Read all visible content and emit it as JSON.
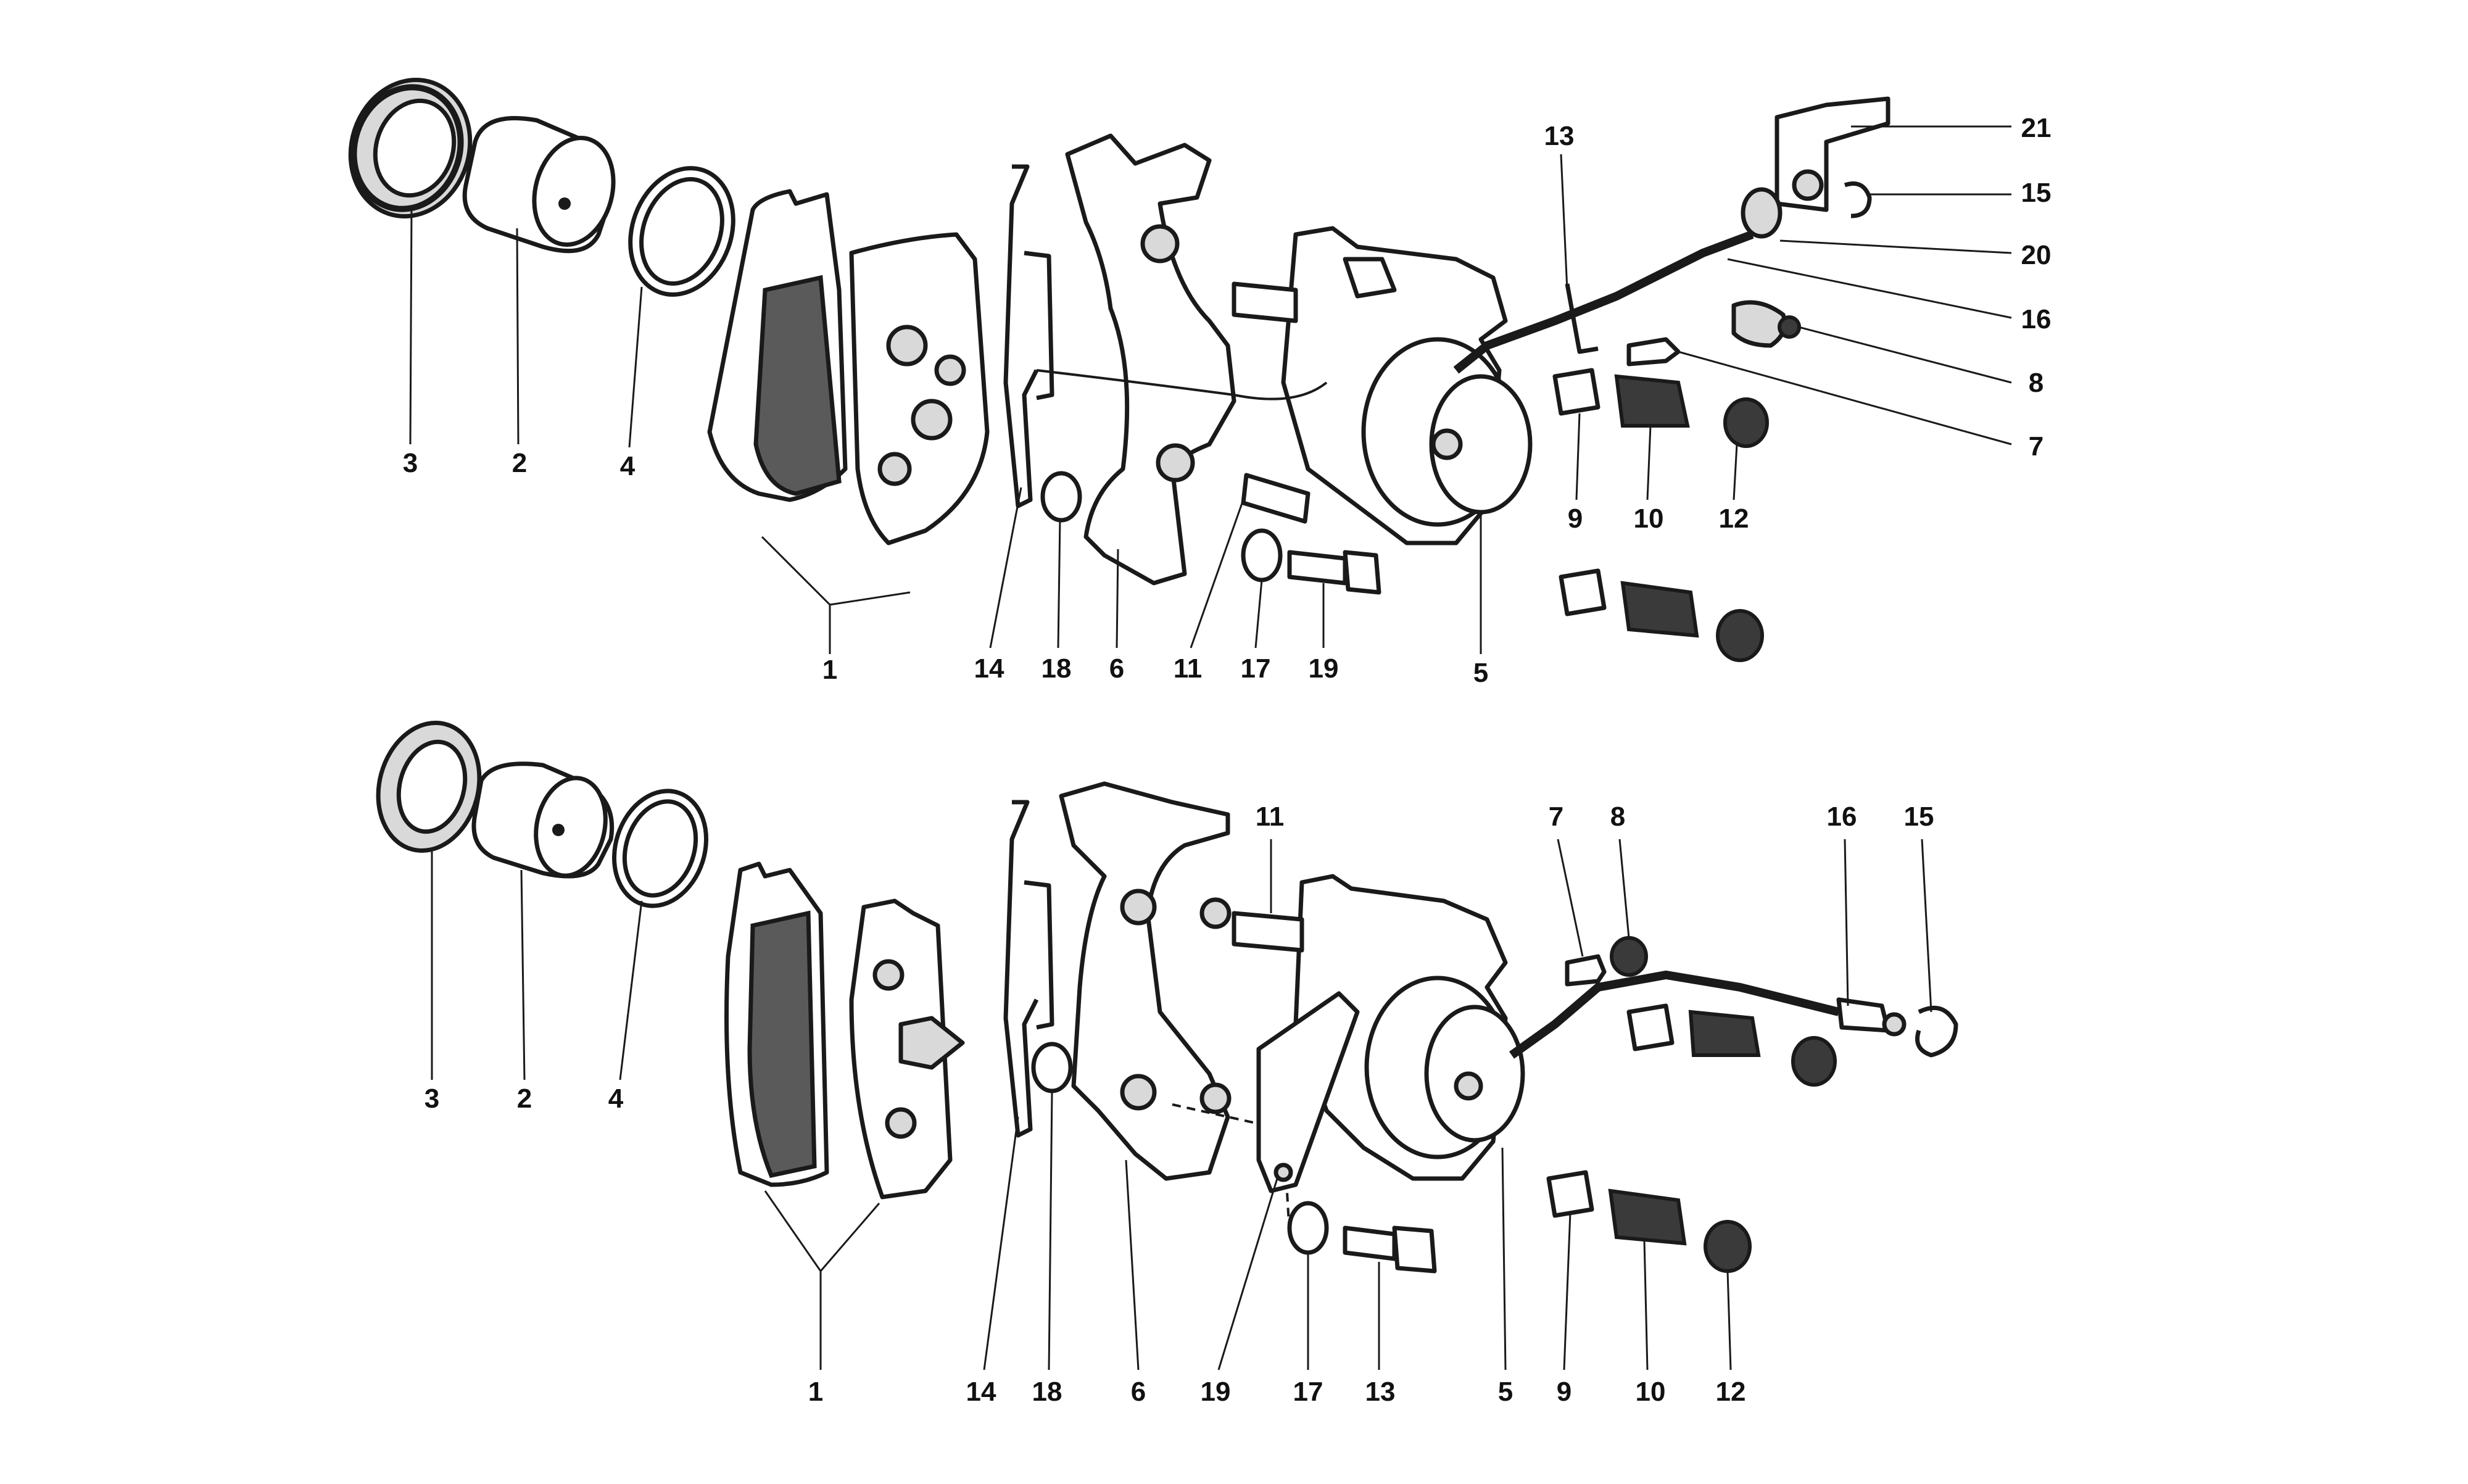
{
  "diagram": {
    "upper_assembly": {
      "callouts": [
        {
          "id": "c_u3",
          "text": "3"
        },
        {
          "id": "c_u2",
          "text": "2"
        },
        {
          "id": "c_u4",
          "text": "4"
        },
        {
          "id": "c_u1",
          "text": "1"
        },
        {
          "id": "c_u14",
          "text": "14"
        },
        {
          "id": "c_u18",
          "text": "18"
        },
        {
          "id": "c_u6",
          "text": "6"
        },
        {
          "id": "c_u11",
          "text": "11"
        },
        {
          "id": "c_u17",
          "text": "17"
        },
        {
          "id": "c_u19",
          "text": "19"
        },
        {
          "id": "c_u5",
          "text": "5"
        },
        {
          "id": "c_u9",
          "text": "9"
        },
        {
          "id": "c_u10",
          "text": "10"
        },
        {
          "id": "c_u12",
          "text": "12"
        },
        {
          "id": "c_u13",
          "text": "13"
        },
        {
          "id": "c_u21",
          "text": "21"
        },
        {
          "id": "c_u15",
          "text": "15"
        },
        {
          "id": "c_u20",
          "text": "20"
        },
        {
          "id": "c_u16",
          "text": "16"
        },
        {
          "id": "c_u8",
          "text": "8"
        },
        {
          "id": "c_u7",
          "text": "7"
        }
      ]
    },
    "lower_assembly": {
      "callouts": [
        {
          "id": "c_l3",
          "text": "3"
        },
        {
          "id": "c_l2",
          "text": "2"
        },
        {
          "id": "c_l4",
          "text": "4"
        },
        {
          "id": "c_l1",
          "text": "1"
        },
        {
          "id": "c_l14",
          "text": "14"
        },
        {
          "id": "c_l18",
          "text": "18"
        },
        {
          "id": "c_l6",
          "text": "6"
        },
        {
          "id": "c_l19",
          "text": "19"
        },
        {
          "id": "c_l17",
          "text": "17"
        },
        {
          "id": "c_l13",
          "text": "13"
        },
        {
          "id": "c_l5",
          "text": "5"
        },
        {
          "id": "c_l9",
          "text": "9"
        },
        {
          "id": "c_l10",
          "text": "10"
        },
        {
          "id": "c_l12",
          "text": "12"
        },
        {
          "id": "c_l11",
          "text": "11"
        },
        {
          "id": "c_l7",
          "text": "7"
        },
        {
          "id": "c_l8",
          "text": "8"
        },
        {
          "id": "c_l16",
          "text": "16"
        },
        {
          "id": "c_l15",
          "text": "15"
        }
      ]
    }
  }
}
